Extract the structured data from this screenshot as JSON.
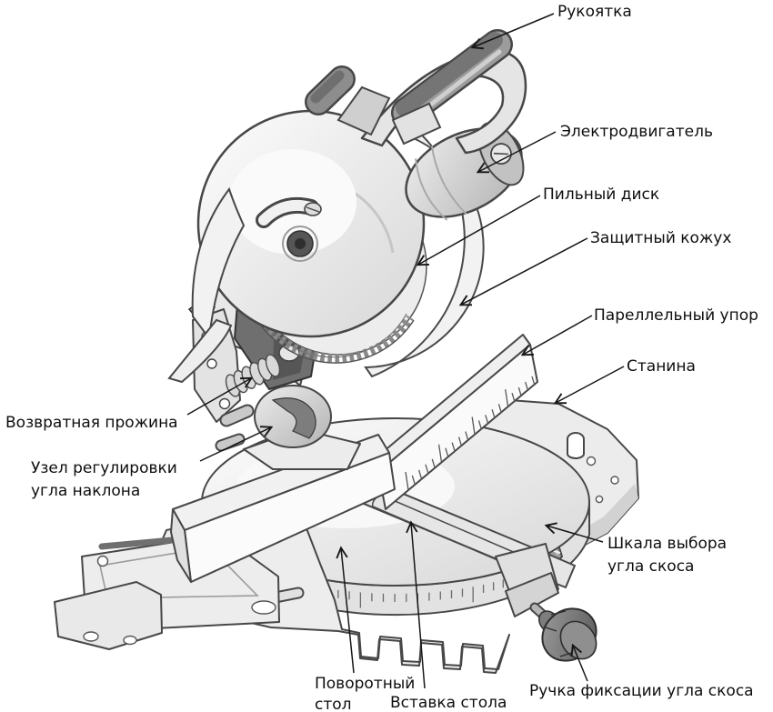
{
  "figure": {
    "title": "Labeled diagram of a miter saw",
    "labels": {
      "handle": "Рукоятка",
      "motor": "Электродвигатель",
      "blade": "Пильный диск",
      "guard": "Защитный кожух",
      "fence": "Пареллельный упор",
      "bed": "Станина",
      "spring": "Возвратная прожина",
      "bevel1": "Узел регулировки",
      "bevel2": "угла наклона",
      "scale1": "Шкала выбора",
      "scale2": "угла скоса",
      "table1": "Поворотный",
      "table2": "стол",
      "insert": "Вставка стола",
      "knob": "Ручка фиксации угла скоса"
    },
    "colors": {
      "background": "#ffffff",
      "outline": "#474747",
      "label_text": "#0e0e0e",
      "dark_part": "#6f6f6f",
      "light_part": "#ececec"
    }
  }
}
